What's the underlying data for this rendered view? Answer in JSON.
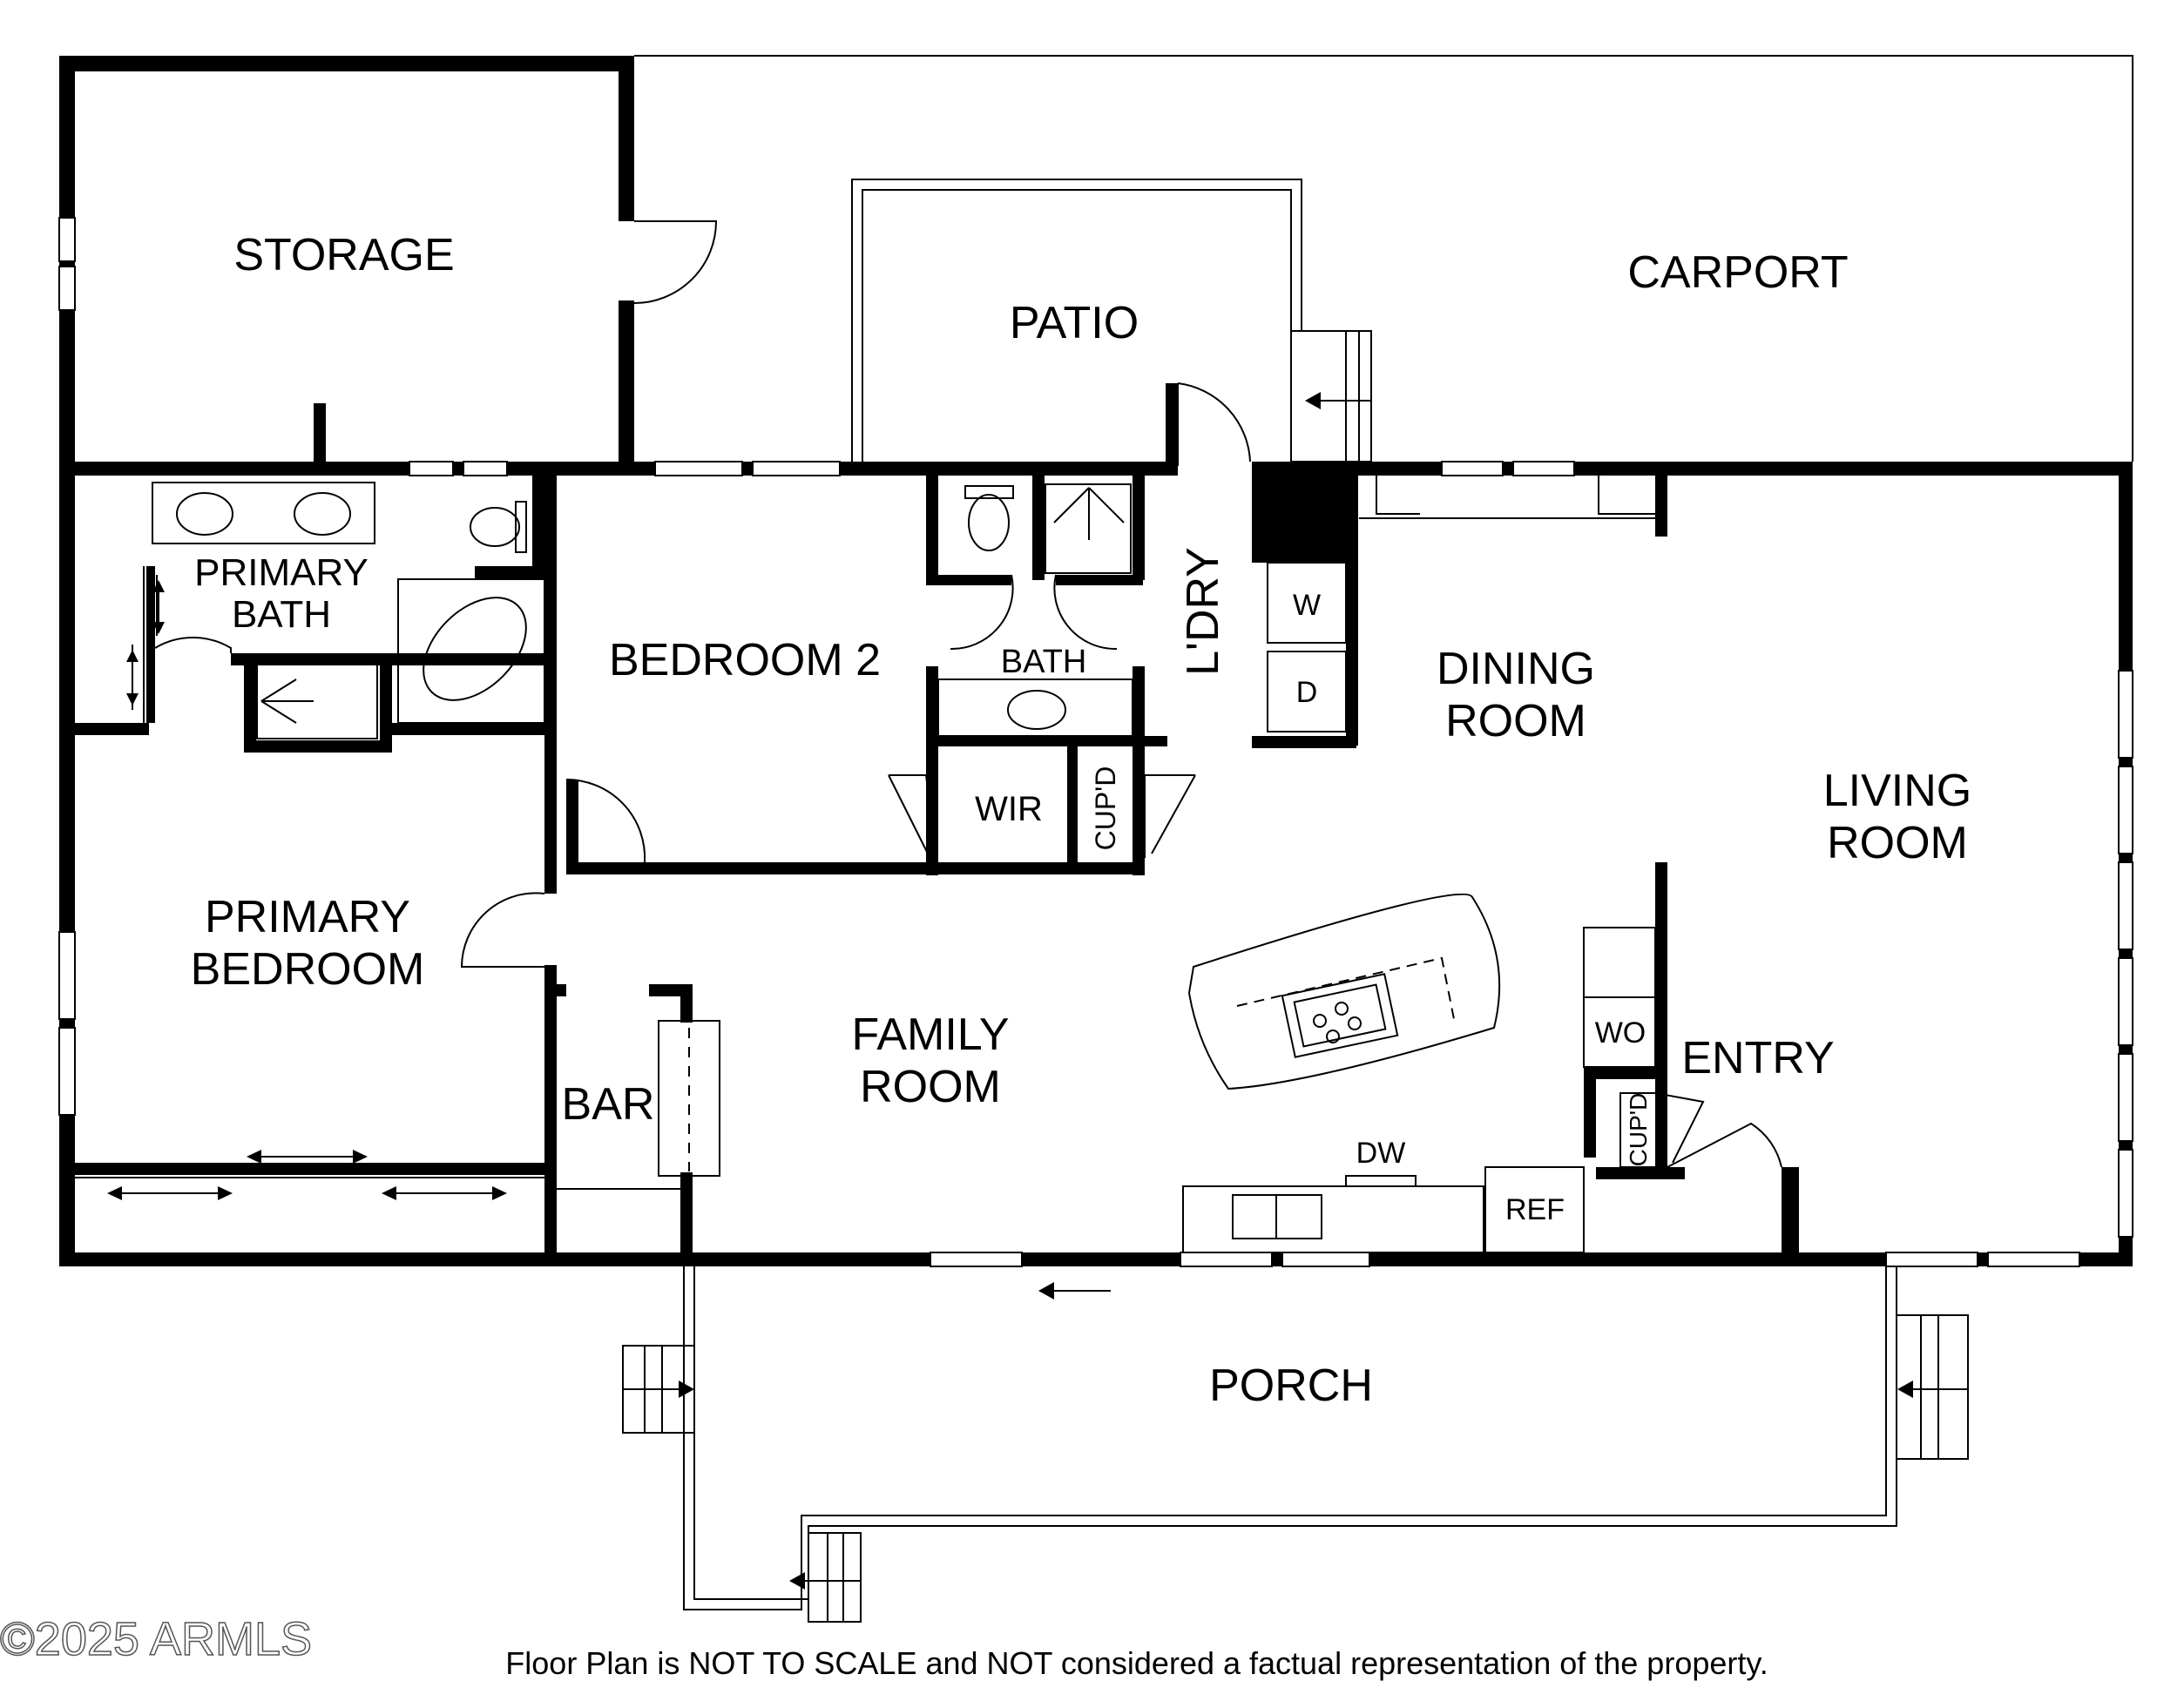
{
  "rooms": {
    "storage": "STORAGE",
    "patio": "PATIO",
    "carport": "CARPORT",
    "primary_bath_1": "PRIMARY",
    "primary_bath_2": "BATH",
    "bedroom_2": "BEDROOM 2",
    "bath": "BATH",
    "laundry": "L'DRY",
    "dining_1": "DINING",
    "dining_2": "ROOM",
    "living_1": "LIVING",
    "living_2": "ROOM",
    "wir": "WIR",
    "cupd_1": "CUP'D",
    "cupd_2": "CUP'D",
    "primary_bedroom_1": "PRIMARY",
    "primary_bedroom_2": "BEDROOM",
    "family_1": "FAMILY",
    "family_2": "ROOM",
    "bar": "BAR",
    "entry": "ENTRY",
    "porch": "PORCH"
  },
  "appliances": {
    "washer": "W",
    "dryer": "D",
    "wall_oven": "WO",
    "dishwasher": "DW",
    "refrigerator": "REF"
  },
  "footer": {
    "disclaimer": "Floor Plan is NOT TO SCALE and NOT considered a factual representation of the property.",
    "watermark": "©2025 ARMLS"
  }
}
